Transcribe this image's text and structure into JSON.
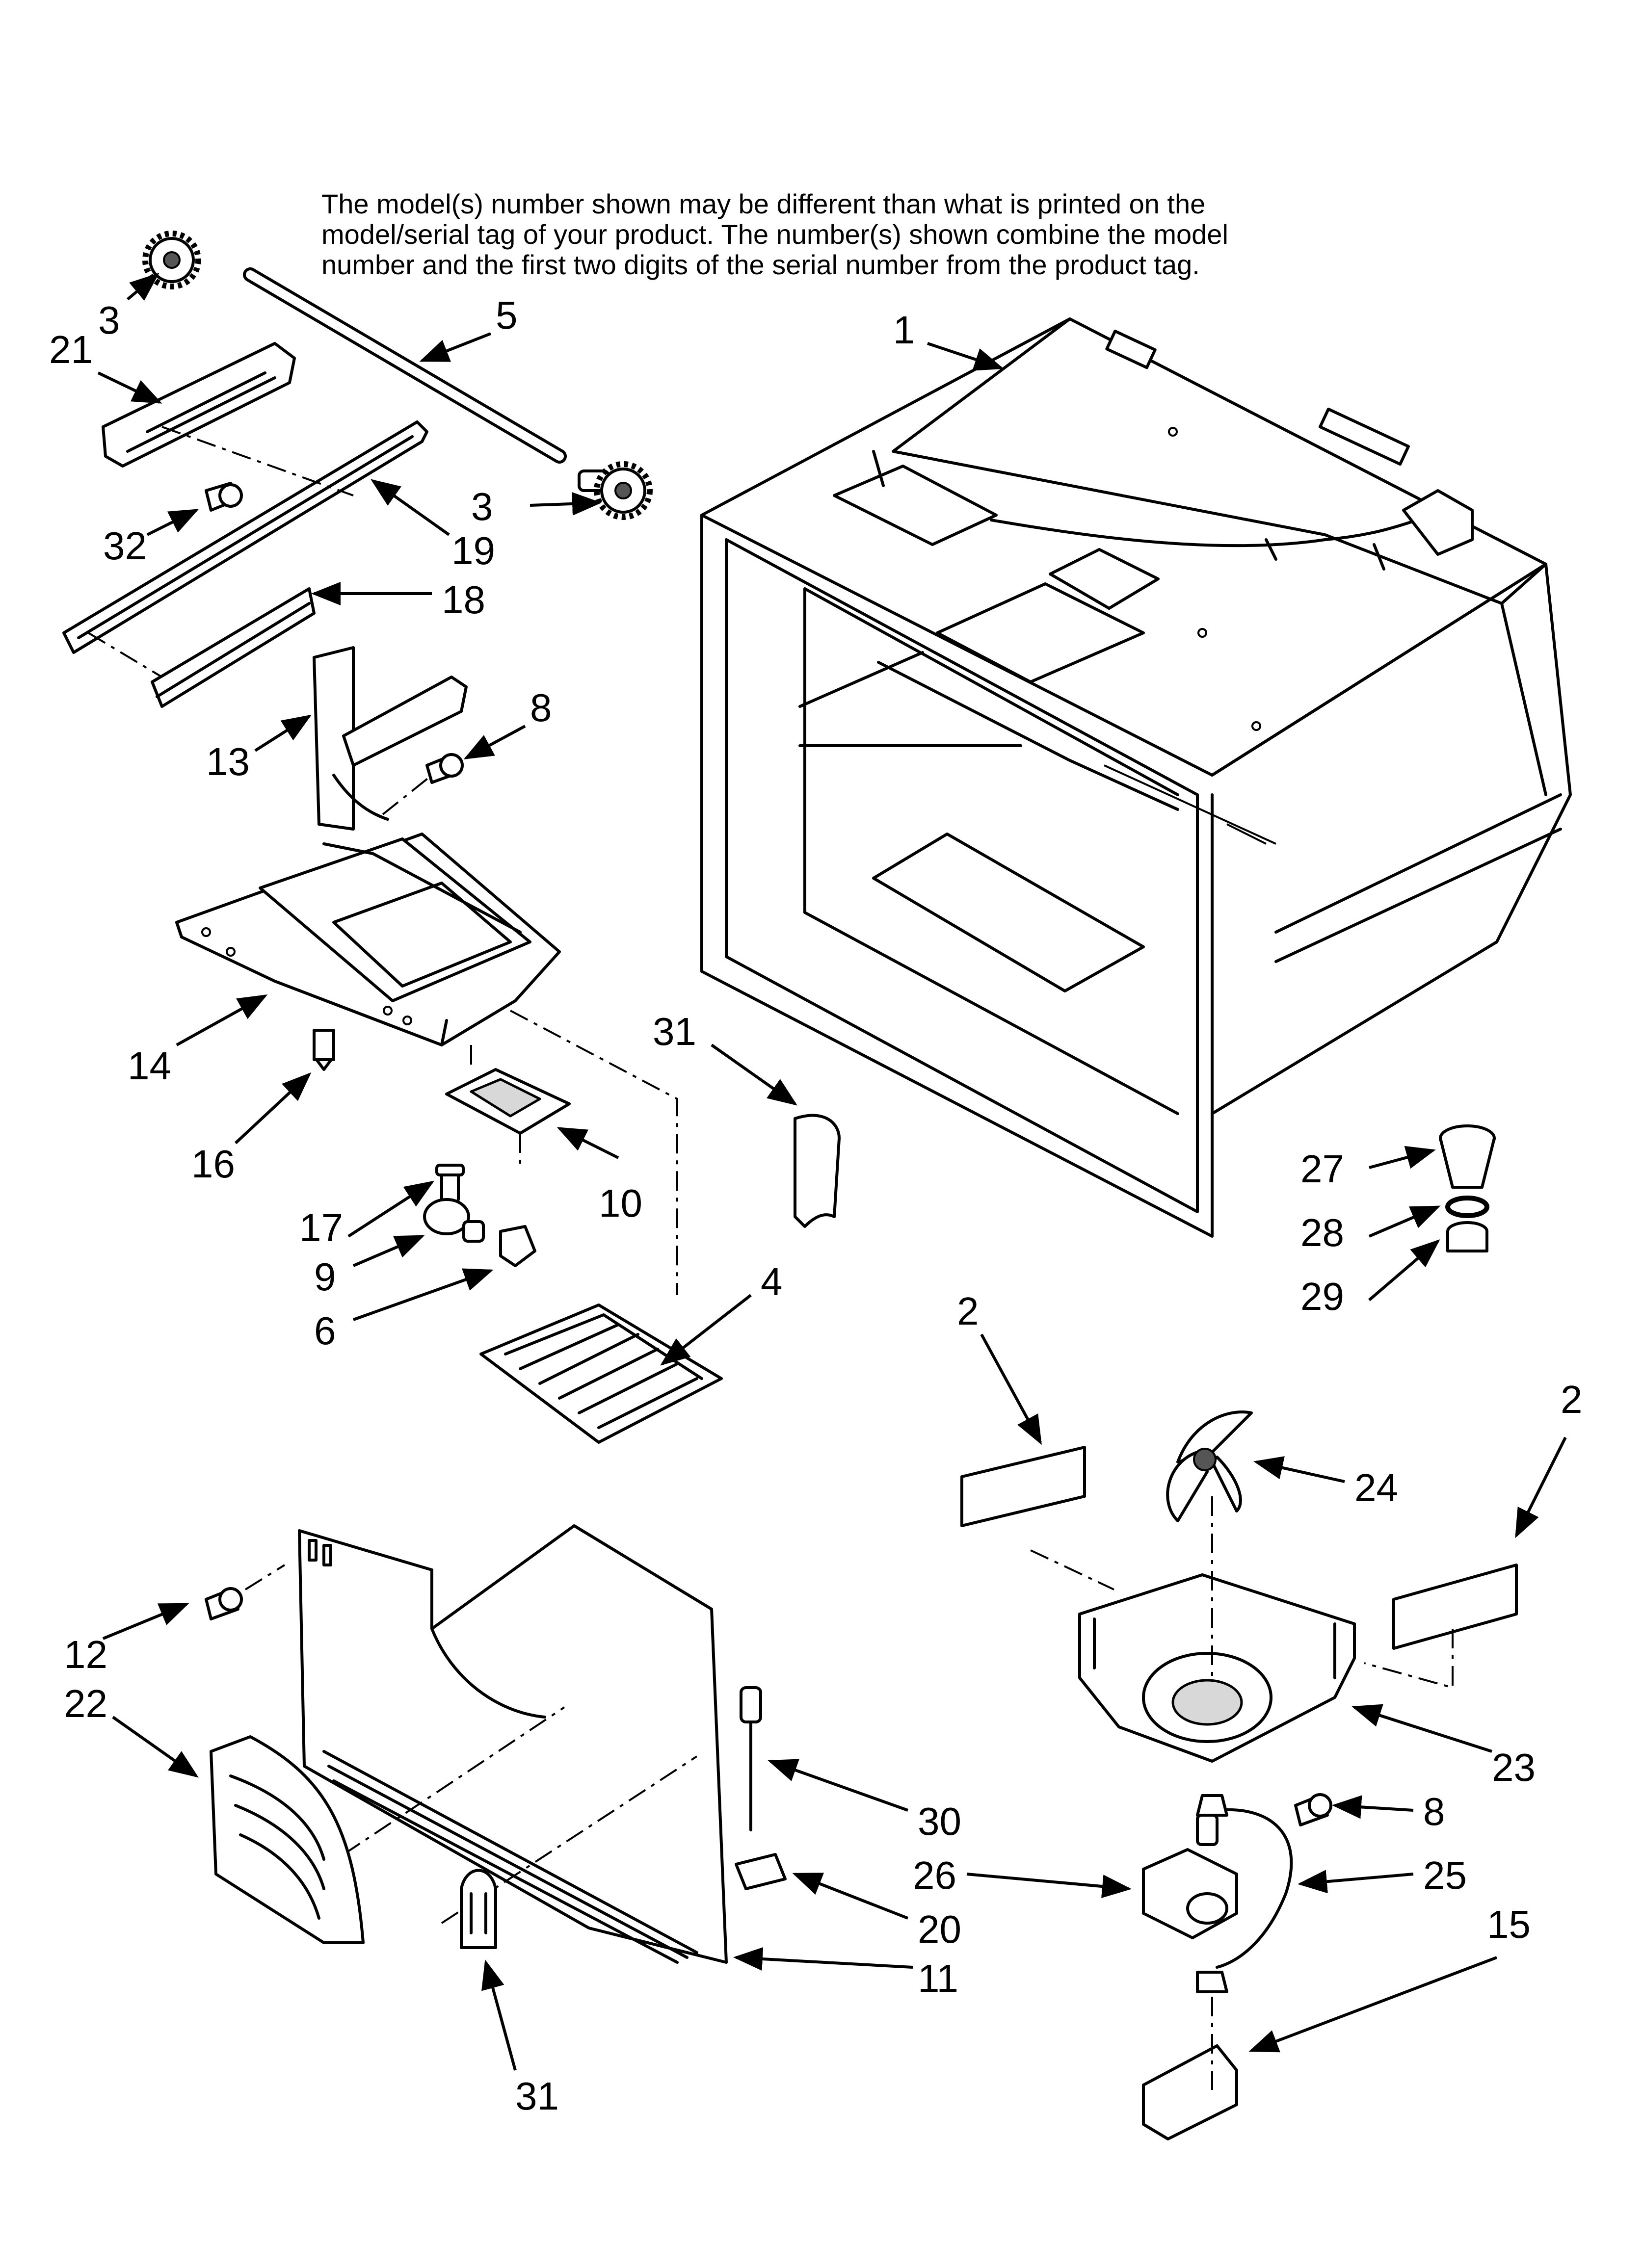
{
  "note": {
    "line1": "The model(s) number shown may be different than what is printed on the",
    "line2": "model/serial tag of your product. The number(s) shown combine the model",
    "line3": "number and the first two digits of the serial number from the product tag."
  },
  "callouts": [
    "1",
    "2",
    "2",
    "3",
    "3",
    "4",
    "5",
    "6",
    "8",
    "8",
    "9",
    "10",
    "11",
    "12",
    "13",
    "14",
    "15",
    "16",
    "17",
    "18",
    "19",
    "20",
    "21",
    "22",
    "23",
    "24",
    "25",
    "26",
    "27",
    "28",
    "29",
    "30",
    "31",
    "31",
    "32"
  ]
}
